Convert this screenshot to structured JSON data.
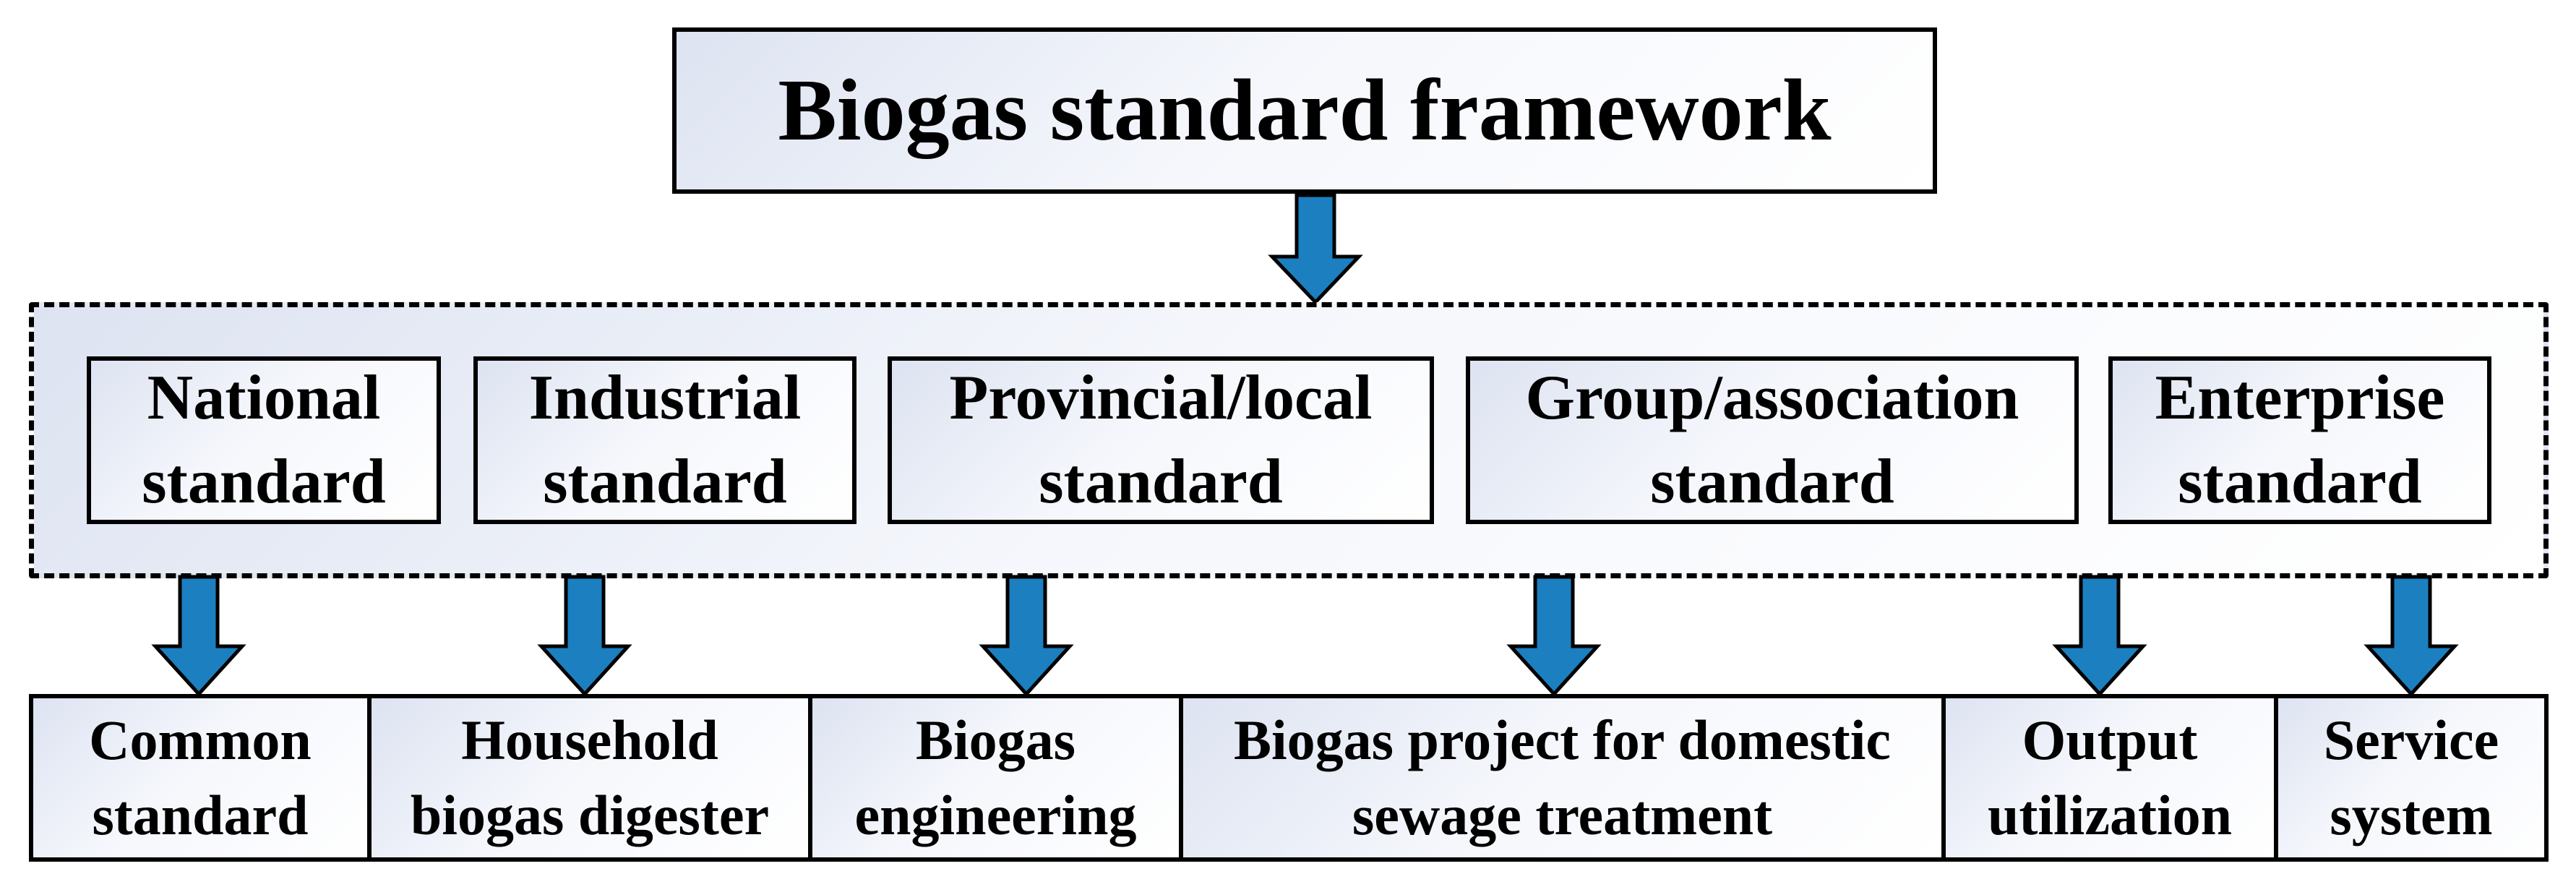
{
  "title": "Biogas standard framework",
  "levels": [
    "National\nstandard",
    "Industrial\nstandard",
    "Provincial/local\nstandard",
    "Group/association\nstandard",
    "Enterprise\nstandard"
  ],
  "categories": [
    "Common\nstandard",
    "Household\nbiogas digester",
    "Biogas\nengineering",
    "Biogas project for domestic\nsewage treatment",
    "Output\nutilization",
    "Service\nsystem"
  ],
  "colors": {
    "arrow_fill": "#1b7fc0",
    "border": "#000000",
    "box_gradient_start": "#dde3f1",
    "box_gradient_end": "#ffffff"
  }
}
